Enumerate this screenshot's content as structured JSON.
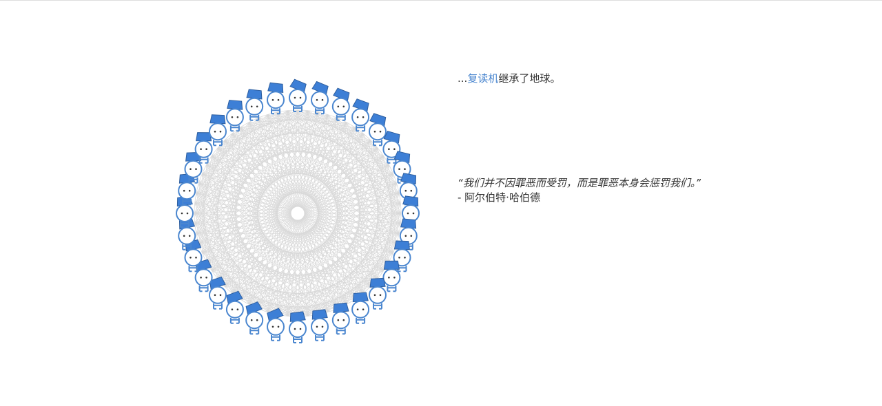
{
  "caption": {
    "prefix": "...",
    "link": "复读机",
    "suffix": "继承了地球。"
  },
  "quote": {
    "text": "“我们并不因罪恶而受罚，而是罪恶本身会惩罚我们。”",
    "attribution": "- 阿尔伯特·哈伯德"
  },
  "scene": {
    "figure_count": 32,
    "figure_name": "repeater-figure",
    "colors": {
      "figure_stroke": "#4a86cf",
      "hat_fill": "#3d7fd6",
      "hat_stroke": "#2f5f9f",
      "web_stroke": "#d9d9d9",
      "link_color": "#4a86cf"
    }
  }
}
